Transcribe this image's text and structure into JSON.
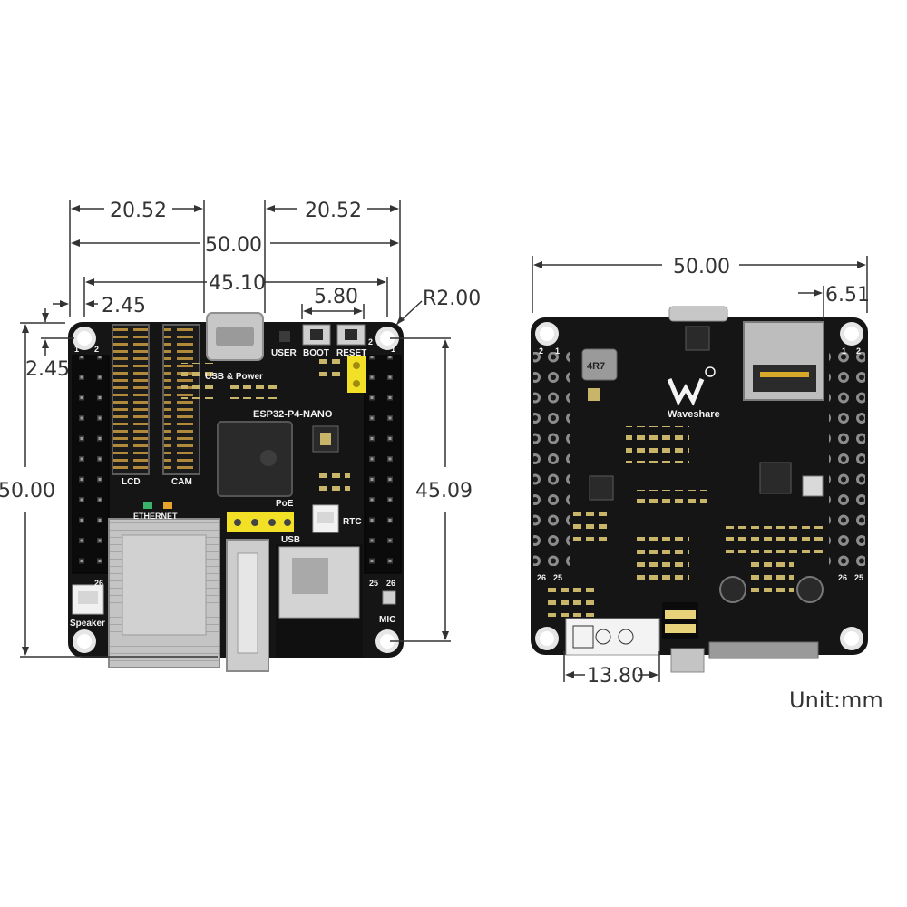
{
  "front_board": {
    "model": "ESP32-P4-NANO",
    "connectors": {
      "lcd": "LCD",
      "cam": "CAM",
      "ethernet": "ETHERNET",
      "usb_power": "USB & Power",
      "usb": "USB",
      "poe": "PoE",
      "rtc": "RTC",
      "speaker": "Speaker",
      "mic": "MIC"
    },
    "buttons": {
      "user": "USER",
      "boot": "BOOT",
      "reset": "RESET"
    },
    "pins": {
      "p1": "1",
      "p2": "2",
      "p25": "25",
      "p26": "26"
    },
    "dimensions": {
      "left_half_width": "20.52",
      "right_half_width": "20.52",
      "total_width": "50.00",
      "hole_spacing": "45.10",
      "corner_offset_x": "2.45",
      "button_pitch": "5.80",
      "corner_radius": "R2.00",
      "corner_offset_y": "2.45",
      "total_height": "50.00",
      "hole_spacing_vertical": "45.09"
    }
  },
  "back_board": {
    "brand": "Waveshare",
    "inductor_marking": "4R7",
    "pins": {
      "p1": "1",
      "p2": "2",
      "p25": "25",
      "p26": "26"
    },
    "dimensions": {
      "total_width": "50.00",
      "sd_offset": "6.51",
      "label_width": "13.80"
    }
  },
  "unit_label": "Unit:mm",
  "colors": {
    "pcb": "#151515",
    "header": "#0b0b0b",
    "gold": "#d8a82a",
    "yellow": "#f2e027",
    "metal": "#bdbdbd",
    "dimension_line": "#333333"
  }
}
